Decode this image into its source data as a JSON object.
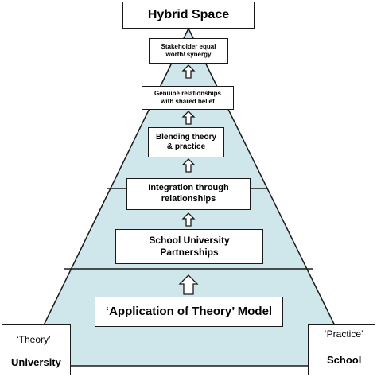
{
  "title": "Hybrid Space",
  "levels": [
    {
      "label": "Stakeholder equal worth/ synergy",
      "lines": [
        "Stakeholder equal",
        "worth/ synergy"
      ]
    },
    {
      "label": "Genuine relationships with shared belief",
      "lines": [
        "Genuine relationships",
        "with shared belief"
      ]
    },
    {
      "label": "Blending theory & practice",
      "lines": [
        "Blending theory",
        "& practice"
      ]
    },
    {
      "label": "Integration through relationships",
      "lines": [
        "Integration through",
        "relationships"
      ]
    },
    {
      "label": "School University Partnerships",
      "lines": [
        "School University",
        "Partnerships"
      ]
    },
    {
      "label": "'Application of Theory' Model",
      "lines": [
        "‘Application of Theory’ Model"
      ]
    }
  ],
  "corners": {
    "left": {
      "quote": "‘Theory’",
      "name": "University"
    },
    "right": {
      "quote": "‘Practice’",
      "name": "School"
    }
  },
  "colors": {
    "pyramid_fill": "#cfe7ea",
    "stroke": "#1a1a1a",
    "box_fill": "#ffffff"
  },
  "icons": {
    "arrow": "hollow-up-arrow"
  }
}
